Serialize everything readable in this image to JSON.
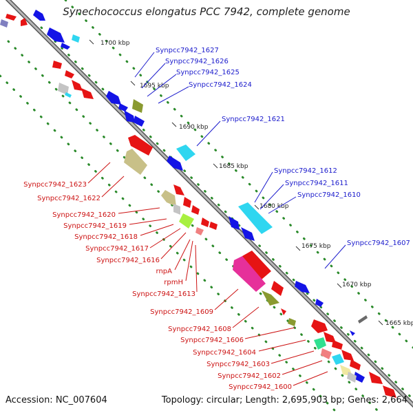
{
  "title": "Synechococcus elongatus PCC 7942, complete genome",
  "footer": {
    "accession": "Accession: NC_007604",
    "topology": "Topology: circular; Length: 2,695,903 bp; Genes: 2,664"
  },
  "kbp_marks": [
    "1700 kbp",
    "1695 kbp",
    "1690 kbp",
    "1685 kbp",
    "1680 kbp",
    "1675 kbp",
    "1670 kbp",
    "1665 kbp"
  ],
  "blue_labels": [
    "Synpcc7942_1627",
    "Synpcc7942_1626",
    "Synpcc7942_1625",
    "Synpcc7942_1624",
    "Synpcc7942_1621",
    "Synpcc7942_1612",
    "Synpcc7942_1611",
    "Synpcc7942_1610",
    "Synpcc7942_1607"
  ],
  "red_labels": [
    "Synpcc7942_1623",
    "Synpcc7942_1622",
    "Synpcc7942_1620",
    "Synpcc7942_1619",
    "Synpcc7942_1618",
    "Synpcc7942_1617",
    "Synpcc7942_1616",
    "rnpA",
    "rpmH",
    "Synpcc7942_1613",
    "Synpcc7942_1609",
    "Synpcc7942_1608",
    "Synpcc7942_1606",
    "Synpcc7942_1604",
    "Synpcc7942_1603",
    "Synpcc7942_1602",
    "Synpcc7942_1600"
  ],
  "colors": {
    "backbone": "#8a8a8a",
    "tick": "#2a8a2a",
    "forward_gene": "#1414e6",
    "reverse_gene": "#e61414",
    "cyan": "#2fd6f0",
    "olive": "#8a9a30",
    "khaki": "#c8c088",
    "magenta": "#e6309a",
    "green": "#a8f040",
    "gray": "#c4c4c4"
  }
}
